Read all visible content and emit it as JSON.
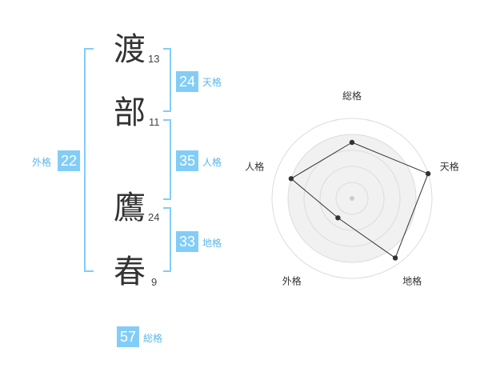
{
  "name_chars": [
    {
      "char": "渡",
      "strokes": "13"
    },
    {
      "char": "部",
      "strokes": "11"
    },
    {
      "char": "鷹",
      "strokes": "24"
    },
    {
      "char": "春",
      "strokes": "9"
    }
  ],
  "fortunes": {
    "tenkaku": {
      "value": "24",
      "label": "天格"
    },
    "jinkaku": {
      "value": "35",
      "label": "人格"
    },
    "chikaku": {
      "value": "33",
      "label": "地格"
    },
    "gaikaku": {
      "value": "22",
      "label": "外格"
    },
    "soukaku": {
      "value": "57",
      "label": "総格"
    }
  },
  "colors": {
    "accent": "#82cdf8",
    "bracket": "#5ab7ea",
    "text": "#333333"
  },
  "chart_data": {
    "type": "radar",
    "axes": [
      "総格",
      "天格",
      "地格",
      "外格",
      "人格"
    ],
    "scale_max": 5,
    "rings": 5,
    "values": [
      3.5,
      5.0,
      4.6,
      1.5,
      4.0
    ]
  }
}
